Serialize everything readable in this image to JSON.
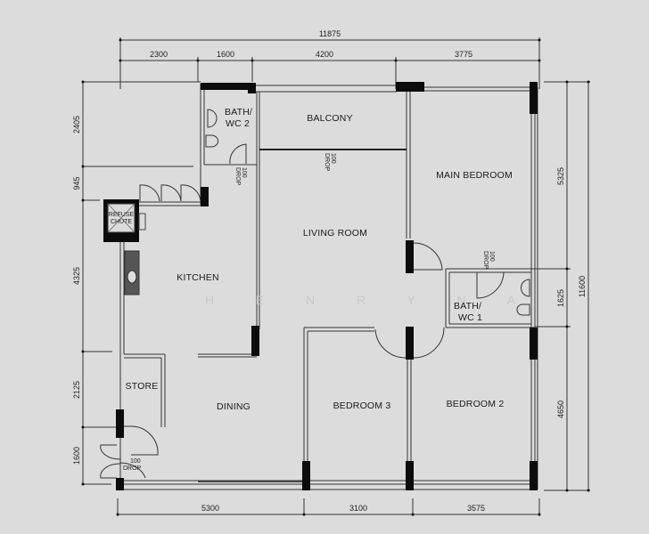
{
  "plan": {
    "watermark": "H E N R Y   N A",
    "dimensions": {
      "top_total": "11875",
      "top": [
        "2300",
        "1600",
        "4200",
        "3775"
      ],
      "bottom": [
        "5300",
        "3100",
        "3575"
      ],
      "left": [
        "2405",
        "945",
        "4325",
        "2125",
        "1600"
      ],
      "right": [
        "5325",
        "1625",
        "4650"
      ],
      "right_total": "11600"
    },
    "rooms": {
      "bath_wc2_line1": "BATH/",
      "bath_wc2_line2": "WC 2",
      "balcony": "BALCONY",
      "main_bedroom": "MAIN BEDROOM",
      "living_room": "LIVING ROOM",
      "kitchen": "KITCHEN",
      "bath_wc1_line1": "BATH/",
      "bath_wc1_line2": "WC 1",
      "store": "STORE",
      "dining": "DINING",
      "bedroom3": "BEDROOM 3",
      "bedroom2": "BEDROOM 2"
    },
    "annotations": {
      "refuse_chute_line1": "REFUSE",
      "refuse_chute_line2": "CHUTE",
      "drop_label": "DROP",
      "drop_value": "100"
    }
  }
}
